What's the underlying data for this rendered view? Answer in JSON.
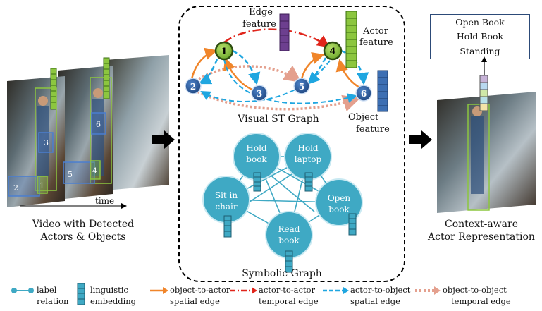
{
  "left": {
    "time_label": "time",
    "caption_line1": "Video with Detected",
    "caption_line2": "Actors & Objects",
    "box_ids": [
      "3",
      "2",
      "1",
      "6",
      "5",
      "4"
    ]
  },
  "graph": {
    "edge_feature_line1": "Edge",
    "edge_feature_line2": "feature",
    "actor_feature_line1": "Actor",
    "actor_feature_line2": "feature",
    "object_feature_line1": "Object",
    "object_feature_line2": "feature",
    "visual_title": "Visual ST Graph",
    "symbolic_title": "Symbolic Graph",
    "nodes": [
      "1",
      "2",
      "3",
      "4",
      "5",
      "6"
    ]
  },
  "symbolic_nodes": [
    {
      "line1": "Hold",
      "line2": "book"
    },
    {
      "line1": "Hold",
      "line2": "laptop"
    },
    {
      "line1": "Sit in",
      "line2": "chair"
    },
    {
      "line1": "Open",
      "line2": "book"
    },
    {
      "line1": "Read",
      "line2": "book"
    }
  ],
  "right": {
    "labels": [
      "Open Book",
      "Hold Book",
      "Standing"
    ],
    "caption_line1": "Context-aware",
    "caption_line2": "Actor Representation"
  },
  "legend": {
    "label_relation_1": "label",
    "label_relation_2": "relation",
    "linguistic_1": "linguistic",
    "linguistic_2": "embedding",
    "o2a_1": "object-to-actor",
    "o2a_2": "spatial edge",
    "a2a_1": "actor-to-actor",
    "a2a_2": "temporal edge",
    "a2o_1": "actor-to-object",
    "a2o_2": "spatial edge",
    "o2o_1": "object-to-object",
    "o2o_2": "temporal edge"
  },
  "colors": {
    "actor_green": "#7fbf3a",
    "object_blue": "#2f5f9e",
    "symbolic_teal": "#3fa9c4",
    "orange_edge": "#f0852a",
    "red_edge": "#e0251b",
    "cyan_edge": "#1fa6e0",
    "pink_edge": "#e4a08e",
    "edge_feature_purple": "#6d3f8f"
  }
}
